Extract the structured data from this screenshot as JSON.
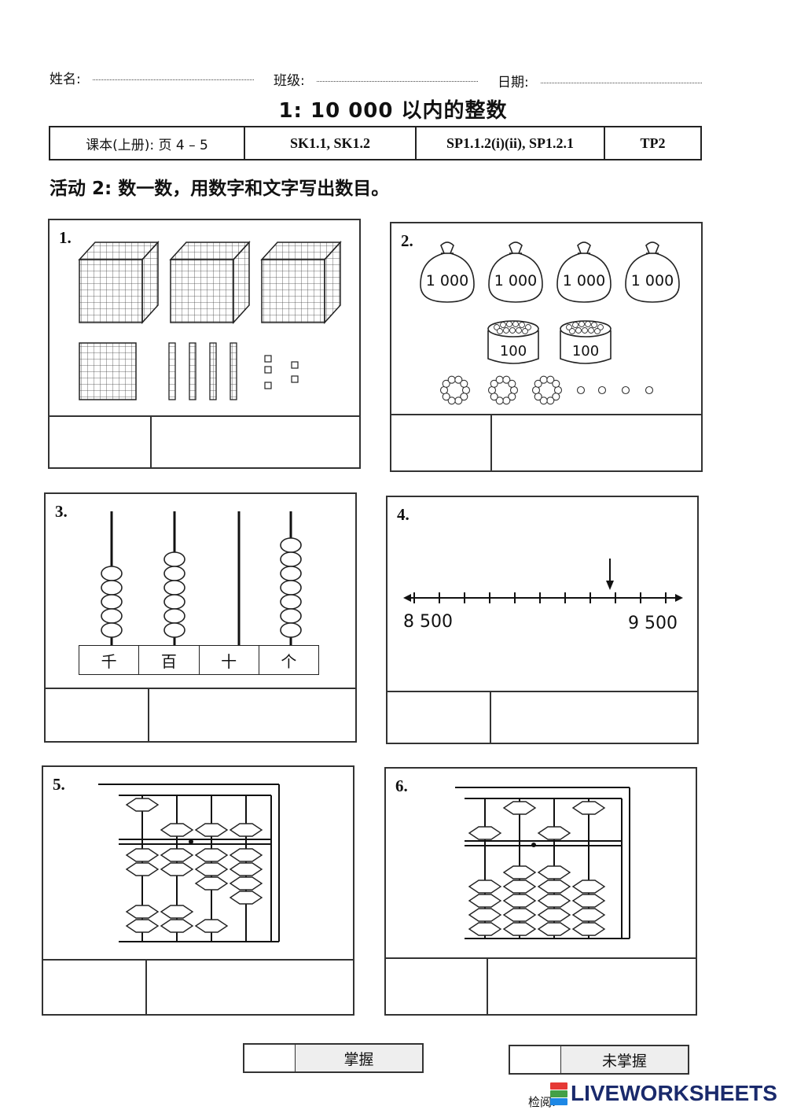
{
  "header": {
    "name_label": "姓名:",
    "class_label": "班级:",
    "date_label": "日期:"
  },
  "title": "1: 10 000 以内的整数",
  "reference": {
    "textbook": "课本(上册): 页 4 – 5",
    "sk": "SK1.1, SK1.2",
    "sp": "SP1.1.2(i)(ii), SP1.2.1",
    "tp": "TP2"
  },
  "instruction": "活动 2: 数一数，用数字和文字写出数目。",
  "questions": {
    "q1": {
      "number": "1."
    },
    "q2": {
      "number": "2.",
      "bag_label": "1 000",
      "jar_label": "100"
    },
    "q3": {
      "number": "3.",
      "places": [
        "千",
        "百",
        "十",
        "个"
      ]
    },
    "q4": {
      "number": "4.",
      "start": "8 500",
      "end": "9 500"
    },
    "q5": {
      "number": "5."
    },
    "q6": {
      "number": "6."
    }
  },
  "mastery": {
    "mastered": "掌握",
    "not_mastered": "未掌握"
  },
  "footer": {
    "check_label": "检阅:",
    "brand": "LIVEWORKSHEETS"
  }
}
